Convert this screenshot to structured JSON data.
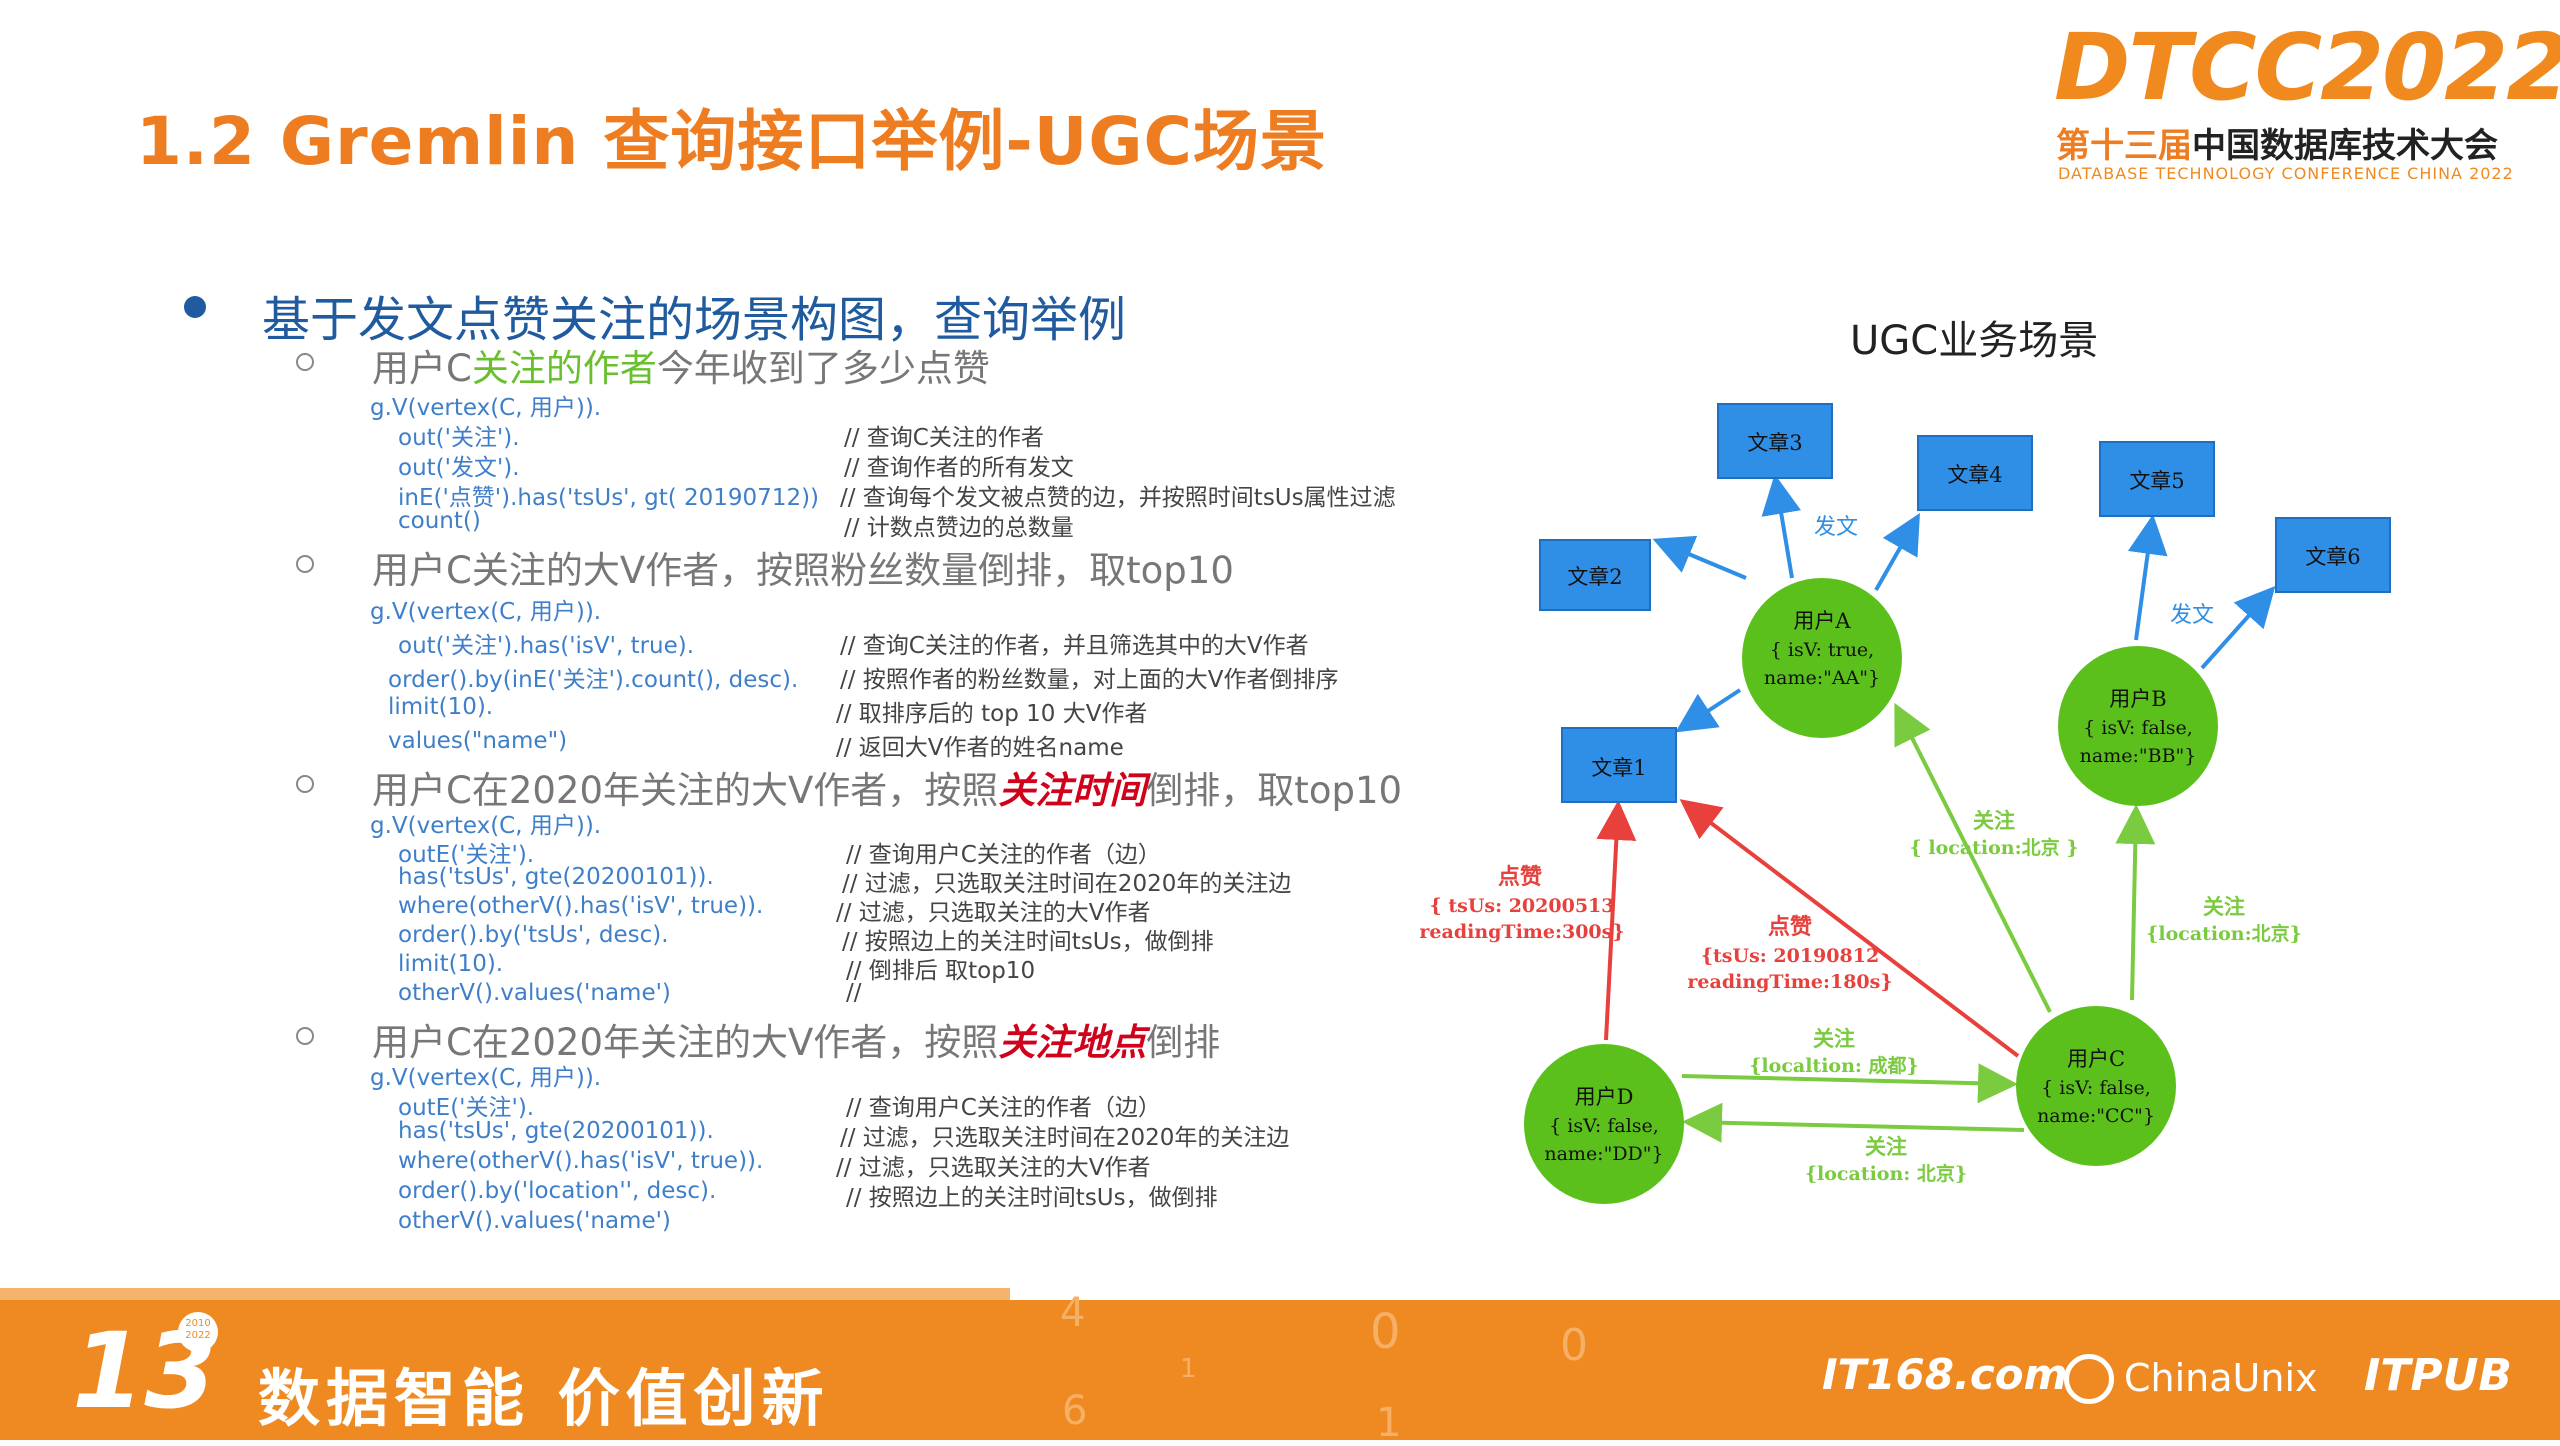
{
  "slide": {
    "title": "1.2 Gremlin 查询接口举例-UGC场景"
  },
  "logo": {
    "main": "DTCC2022",
    "cn_prefix": "第十三届",
    "cn_rest": "中国数据库技术大会",
    "en": "DATABASE TECHNOLOGY CONFERENCE CHINA 2022"
  },
  "bullet": "基于发文点赞关注的场景构图，查询举例",
  "sections": [
    {
      "title_a": "用户C",
      "title_b": "关注的作者",
      "title_c": "今年收到了多少点赞",
      "lines": [
        {
          "code": "g.V(vertex(C, 用户)).",
          "comment": ""
        },
        {
          "code": "out('关注').",
          "comment": "// 查询C关注的作者"
        },
        {
          "code": "out('发文').",
          "comment": "// 查询作者的所有发文"
        },
        {
          "code": "inE('点赞').has('tsUs', gt( 20190712))",
          "comment": "// 查询每个发文被点赞的边，并按照时间tsUs属性过滤"
        },
        {
          "code": "count()",
          "comment": "// 计数点赞边的总数量"
        }
      ]
    },
    {
      "title": "用户C关注的大V作者，按照粉丝数量倒排，取top10",
      "lines": [
        {
          "code": "g.V(vertex(C, 用户)).",
          "comment": ""
        },
        {
          "code": "out('关注').has('isV', true).",
          "comment": "// 查询C关注的作者，并且筛选其中的大V作者"
        },
        {
          "code": "order().by(inE('关注').count(), desc).",
          "comment": "// 按照作者的粉丝数量，对上面的大V作者倒排序"
        },
        {
          "code": "limit(10).",
          "comment": "// 取排序后的 top 10 大V作者"
        },
        {
          "code": "values(\"name\")",
          "comment": "// 返回大V作者的姓名name"
        }
      ]
    },
    {
      "title_a": "用户C在2020年关注的大V作者，按照",
      "title_b": "关注时间",
      "title_c": "倒排，取top10",
      "lines": [
        {
          "code": "g.V(vertex(C, 用户)).",
          "comment": ""
        },
        {
          "code": "outE('关注').",
          "comment": "// 查询用户C关注的作者（边）"
        },
        {
          "code": "has('tsUs', gte(20200101)).",
          "comment": "// 过滤，只选取关注时间在2020年的关注边"
        },
        {
          "code": "where(otherV().has('isV', true)).",
          "comment": "// 过滤，只选取关注的大V作者"
        },
        {
          "code": "order().by('tsUs', desc).",
          "comment": "// 按照边上的关注时间tsUs，做倒排"
        },
        {
          "code": "limit(10).",
          "comment": "// 倒排后 取top10"
        },
        {
          "code": "otherV().values('name')",
          "comment": "//"
        }
      ]
    },
    {
      "title_a": "用户C在2020年关注的大V作者，按照",
      "title_b": "关注地点",
      "title_c": "倒排",
      "lines": [
        {
          "code": "g.V(vertex(C, 用户)).",
          "comment": ""
        },
        {
          "code": "outE('关注').",
          "comment": "// 查询用户C关注的作者（边）"
        },
        {
          "code": "has('tsUs', gte(20200101)).",
          "comment": "// 过滤，只选取关注时间在2020年的关注边"
        },
        {
          "code": "where(otherV().has('isV', true)).",
          "comment": "// 过滤，只选取关注的大V作者"
        },
        {
          "code": "order().by('location'', desc).",
          "comment": "// 按照边上的关注时间tsUs，做倒排"
        },
        {
          "code": "otherV().values('name')",
          "comment": ""
        }
      ]
    }
  ],
  "diagram": {
    "title": "UGC业务场景",
    "articles": [
      "文章1",
      "文章2",
      "文章3",
      "文章4",
      "文章5",
      "文章6"
    ],
    "users": [
      {
        "name": "用户A",
        "l1": "{ isV: true,",
        "l2": "name:\"AA\"}"
      },
      {
        "name": "用户B",
        "l1": "{ isV: false,",
        "l2": "name:\"BB\"}"
      },
      {
        "name": "用户C",
        "l1": "{ isV: false,",
        "l2": "name:\"CC\"}"
      },
      {
        "name": "用户D",
        "l1": "{ isV: false,",
        "l2": "name:\"DD\"}"
      }
    ],
    "edge_labels": {
      "post_a": "发文",
      "post_b": "发文",
      "like1_t": "点赞",
      "like1_a": "{ tsUs: 20200513",
      "like1_b": "readingTime:300s}",
      "like2_t": "点赞",
      "like2_a": "{tsUs: 20190812",
      "like2_b": "readingTime:180s}",
      "fcA_t": "关注",
      "fcA_a": "{ location:北京 }",
      "fcB_t": "关注",
      "fcB_a": "{location:北京}",
      "dc_t": "关注",
      "dc_a": "{localtion: 成都}",
      "cd_t": "关注",
      "cd_a": "{location: 北京}"
    },
    "colors": {
      "article": "#2f8ee5",
      "user": "#5cc01c",
      "post_edge": "#2f8ee5",
      "like_edge": "#e8403c",
      "follow_edge": "#7acb3f"
    }
  },
  "footer": {
    "anniversary": "13",
    "badge_top": "2010",
    "badge_bottom": "2022",
    "slogan": "数据智能 价值创新",
    "brands": [
      "IT168.com",
      "ChinaUnix",
      "ITPUB"
    ]
  }
}
